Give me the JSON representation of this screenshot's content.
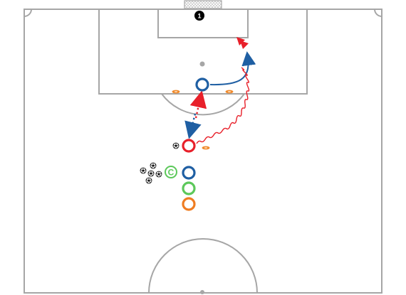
{
  "colors": {
    "pitch_lines": "#a6a6a6",
    "red": "#e8202a",
    "blue": "#1f5fa3",
    "green": "#5cc85a",
    "orange": "#ef7d22",
    "cone": "#f08a2c",
    "black": "#000000",
    "white": "#ffffff"
  },
  "goalkeeper": {
    "number": "1",
    "color": "#000000"
  },
  "coach_marker": {
    "label": "C",
    "color": "#5cc85a"
  },
  "players": [
    {
      "id": "attacker-red",
      "color": "#e8202a",
      "role": "attacker"
    },
    {
      "id": "defender-blue",
      "color": "#1f5fa3",
      "role": "defender"
    },
    {
      "id": "queue-blue",
      "color": "#1f5fa3",
      "role": "waiting"
    },
    {
      "id": "queue-green",
      "color": "#5cc85a",
      "role": "waiting"
    },
    {
      "id": "queue-orange",
      "color": "#ef7d22",
      "role": "waiting"
    }
  ],
  "icons": [
    "soccer-ball-icon",
    "cone-icon",
    "goal-net-icon"
  ]
}
